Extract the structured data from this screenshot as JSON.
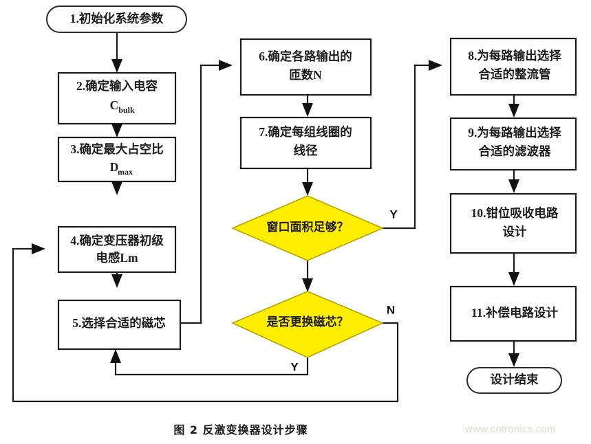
{
  "figure": {
    "caption": "图 2 反激变换器设计步骤",
    "watermark": "www.cntronics.com",
    "colors": {
      "decision_fill": "#FFEE00",
      "decision_stroke": "#B3A300",
      "box_stroke": "#1A1A1A",
      "line": "#1A1A1A",
      "watermark": "#CDE3C4"
    }
  },
  "nodes": {
    "start": {
      "type": "terminator",
      "label": "1.初始化系统参数"
    },
    "step2": {
      "type": "process",
      "line1": "2.确定输入电容",
      "line2": "C",
      "sub2": "bulk"
    },
    "step3": {
      "type": "process",
      "line1": "3.确定最大占空比",
      "line2": "D",
      "sub2": "max"
    },
    "step4": {
      "type": "process",
      "line1": "4.确定变压器初级",
      "line2": "电感Lm"
    },
    "step5": {
      "type": "process",
      "line1": "5.选择合适的磁芯"
    },
    "step6": {
      "type": "process",
      "line1": "6.确定各路输出的",
      "line2": "匝数N"
    },
    "step7": {
      "type": "process",
      "line1": "7.确定每组线圈的",
      "line2": "线径"
    },
    "decision1": {
      "type": "decision",
      "label": "窗口面积足够？"
    },
    "decision2": {
      "type": "decision",
      "label": "是否更换磁芯？"
    },
    "step8": {
      "type": "process",
      "line1": "8.为每路输出选择",
      "line2": "合适的整流管"
    },
    "step9": {
      "type": "process",
      "line1": "9.为每路输出选择",
      "line2": "合适的滤波器"
    },
    "step10": {
      "type": "process",
      "line1": "10.钳位吸收电路",
      "line2": "设计"
    },
    "step11": {
      "type": "process",
      "line1": "11.补偿电路设计"
    },
    "end": {
      "type": "terminator",
      "label": "设计结束"
    }
  },
  "branch_labels": {
    "d1_yes": "Y",
    "d2_no": "N",
    "d2_yes": "Y"
  }
}
